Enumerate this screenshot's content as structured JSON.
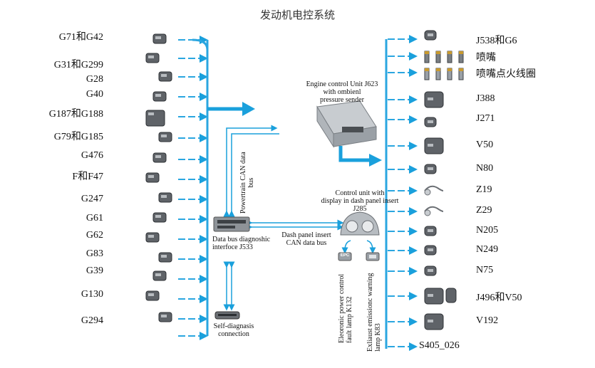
{
  "title": "发动机电控系统",
  "sensors": [
    {
      "label": "G71和G42",
      "icon": "pressure-sensor-icon"
    },
    {
      "label": "G31和G299",
      "icon": "pressure-sensor-icon"
    },
    {
      "label": "G28",
      "icon": "speed-sensor-icon"
    },
    {
      "label": "G40",
      "icon": "hall-sensor-icon"
    },
    {
      "label": "G187和G188",
      "icon": "throttle-body-icon"
    },
    {
      "label": "G79和G185",
      "icon": "pedal-icon"
    },
    {
      "label": "G476",
      "icon": "clutch-sensor-icon"
    },
    {
      "label": "F和F47",
      "icon": "switch-icon"
    },
    {
      "label": "G247",
      "icon": "fuel-pressure-sensor-icon"
    },
    {
      "label": "G61",
      "icon": "knock-sensor-icon"
    },
    {
      "label": "G62",
      "icon": "temp-sensor-icon"
    },
    {
      "label": "G83",
      "icon": "temp-sensor-icon"
    },
    {
      "label": "G39",
      "icon": "lambda-probe-icon"
    },
    {
      "label": "G130",
      "icon": "lambda-probe-icon"
    },
    {
      "label": "G294",
      "icon": "brake-servo-sensor-icon"
    }
  ],
  "actuators": [
    {
      "label": "J538和G6",
      "icon": "fuel-pump-icon"
    },
    {
      "label": "喷嘴",
      "icon": "injector-icon"
    },
    {
      "label": "喷嘴点火线圈",
      "icon": "ignition-coil-icon"
    },
    {
      "label": "J388",
      "icon": "motor-icon"
    },
    {
      "label": "J271",
      "icon": "relay-icon"
    },
    {
      "label": "V50",
      "icon": "coolant-pump-icon"
    },
    {
      "label": "N80",
      "icon": "valve-icon"
    },
    {
      "label": "Z19",
      "icon": "heater-icon"
    },
    {
      "label": "Z29",
      "icon": "heater-icon"
    },
    {
      "label": "N205",
      "icon": "valve-icon"
    },
    {
      "label": "N249",
      "icon": "valve-icon"
    },
    {
      "label": "N75",
      "icon": "valve-icon"
    },
    {
      "label": "J496和V50",
      "icon": "pump-icon"
    },
    {
      "label": "V192",
      "icon": "vacuum-pump-icon"
    },
    {
      "label": "S405_026",
      "icon": ""
    }
  ],
  "ecu": {
    "label_lines": [
      "Engine control Unit J623",
      "with ombienl",
      "pressure sender"
    ]
  },
  "gateway": {
    "label_lines": [
      "Data bus diagnoshic",
      "interfoce J533"
    ]
  },
  "powertrain_bus": {
    "label_lines": [
      "Powertrain CAN data",
      "bus"
    ]
  },
  "dash_unit": {
    "label_lines": [
      "Control unit with",
      "display in dash panel insert",
      "J285"
    ]
  },
  "dash_bus": {
    "label_lines": [
      "Dash panel insert",
      "CAN data bus"
    ]
  },
  "diag": {
    "label_lines": [
      "Self-diagnasis",
      "connection"
    ]
  },
  "lamp_epc": {
    "badge": "EPC",
    "label_lines": [
      "Eleoronic power control",
      "fault lamp K132"
    ]
  },
  "lamp_emission": {
    "label_lines": [
      "Exliaust emissionc warning",
      "lamp K83"
    ]
  },
  "colors": {
    "accent": "#1aa0dc",
    "wire": "#2aa6e0",
    "device": "#6b6f74"
  }
}
